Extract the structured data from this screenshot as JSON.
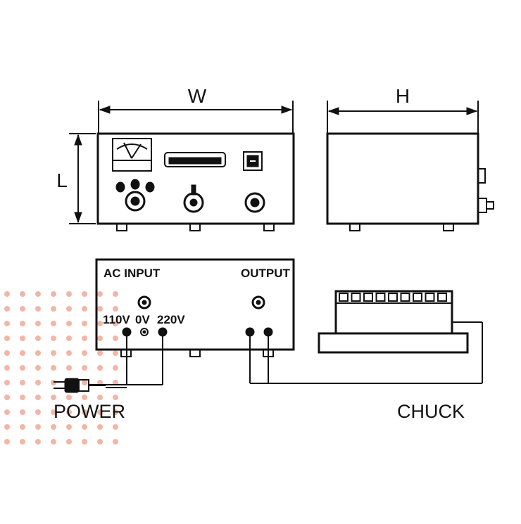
{
  "labels": {
    "width": "W",
    "height": "H",
    "length": "L",
    "ac_input": "AC INPUT",
    "output": "OUTPUT",
    "v110": "110V",
    "v0": "0V",
    "v220": "220V",
    "power": "POWER",
    "chuck": "CHUCK"
  },
  "colors": {
    "line": "#111111",
    "background": "#ffffff",
    "dot_watermark": "#f2b6a8"
  },
  "icons": [
    "meter-icon",
    "plug-icon",
    "knob-icon",
    "switch-icon"
  ]
}
